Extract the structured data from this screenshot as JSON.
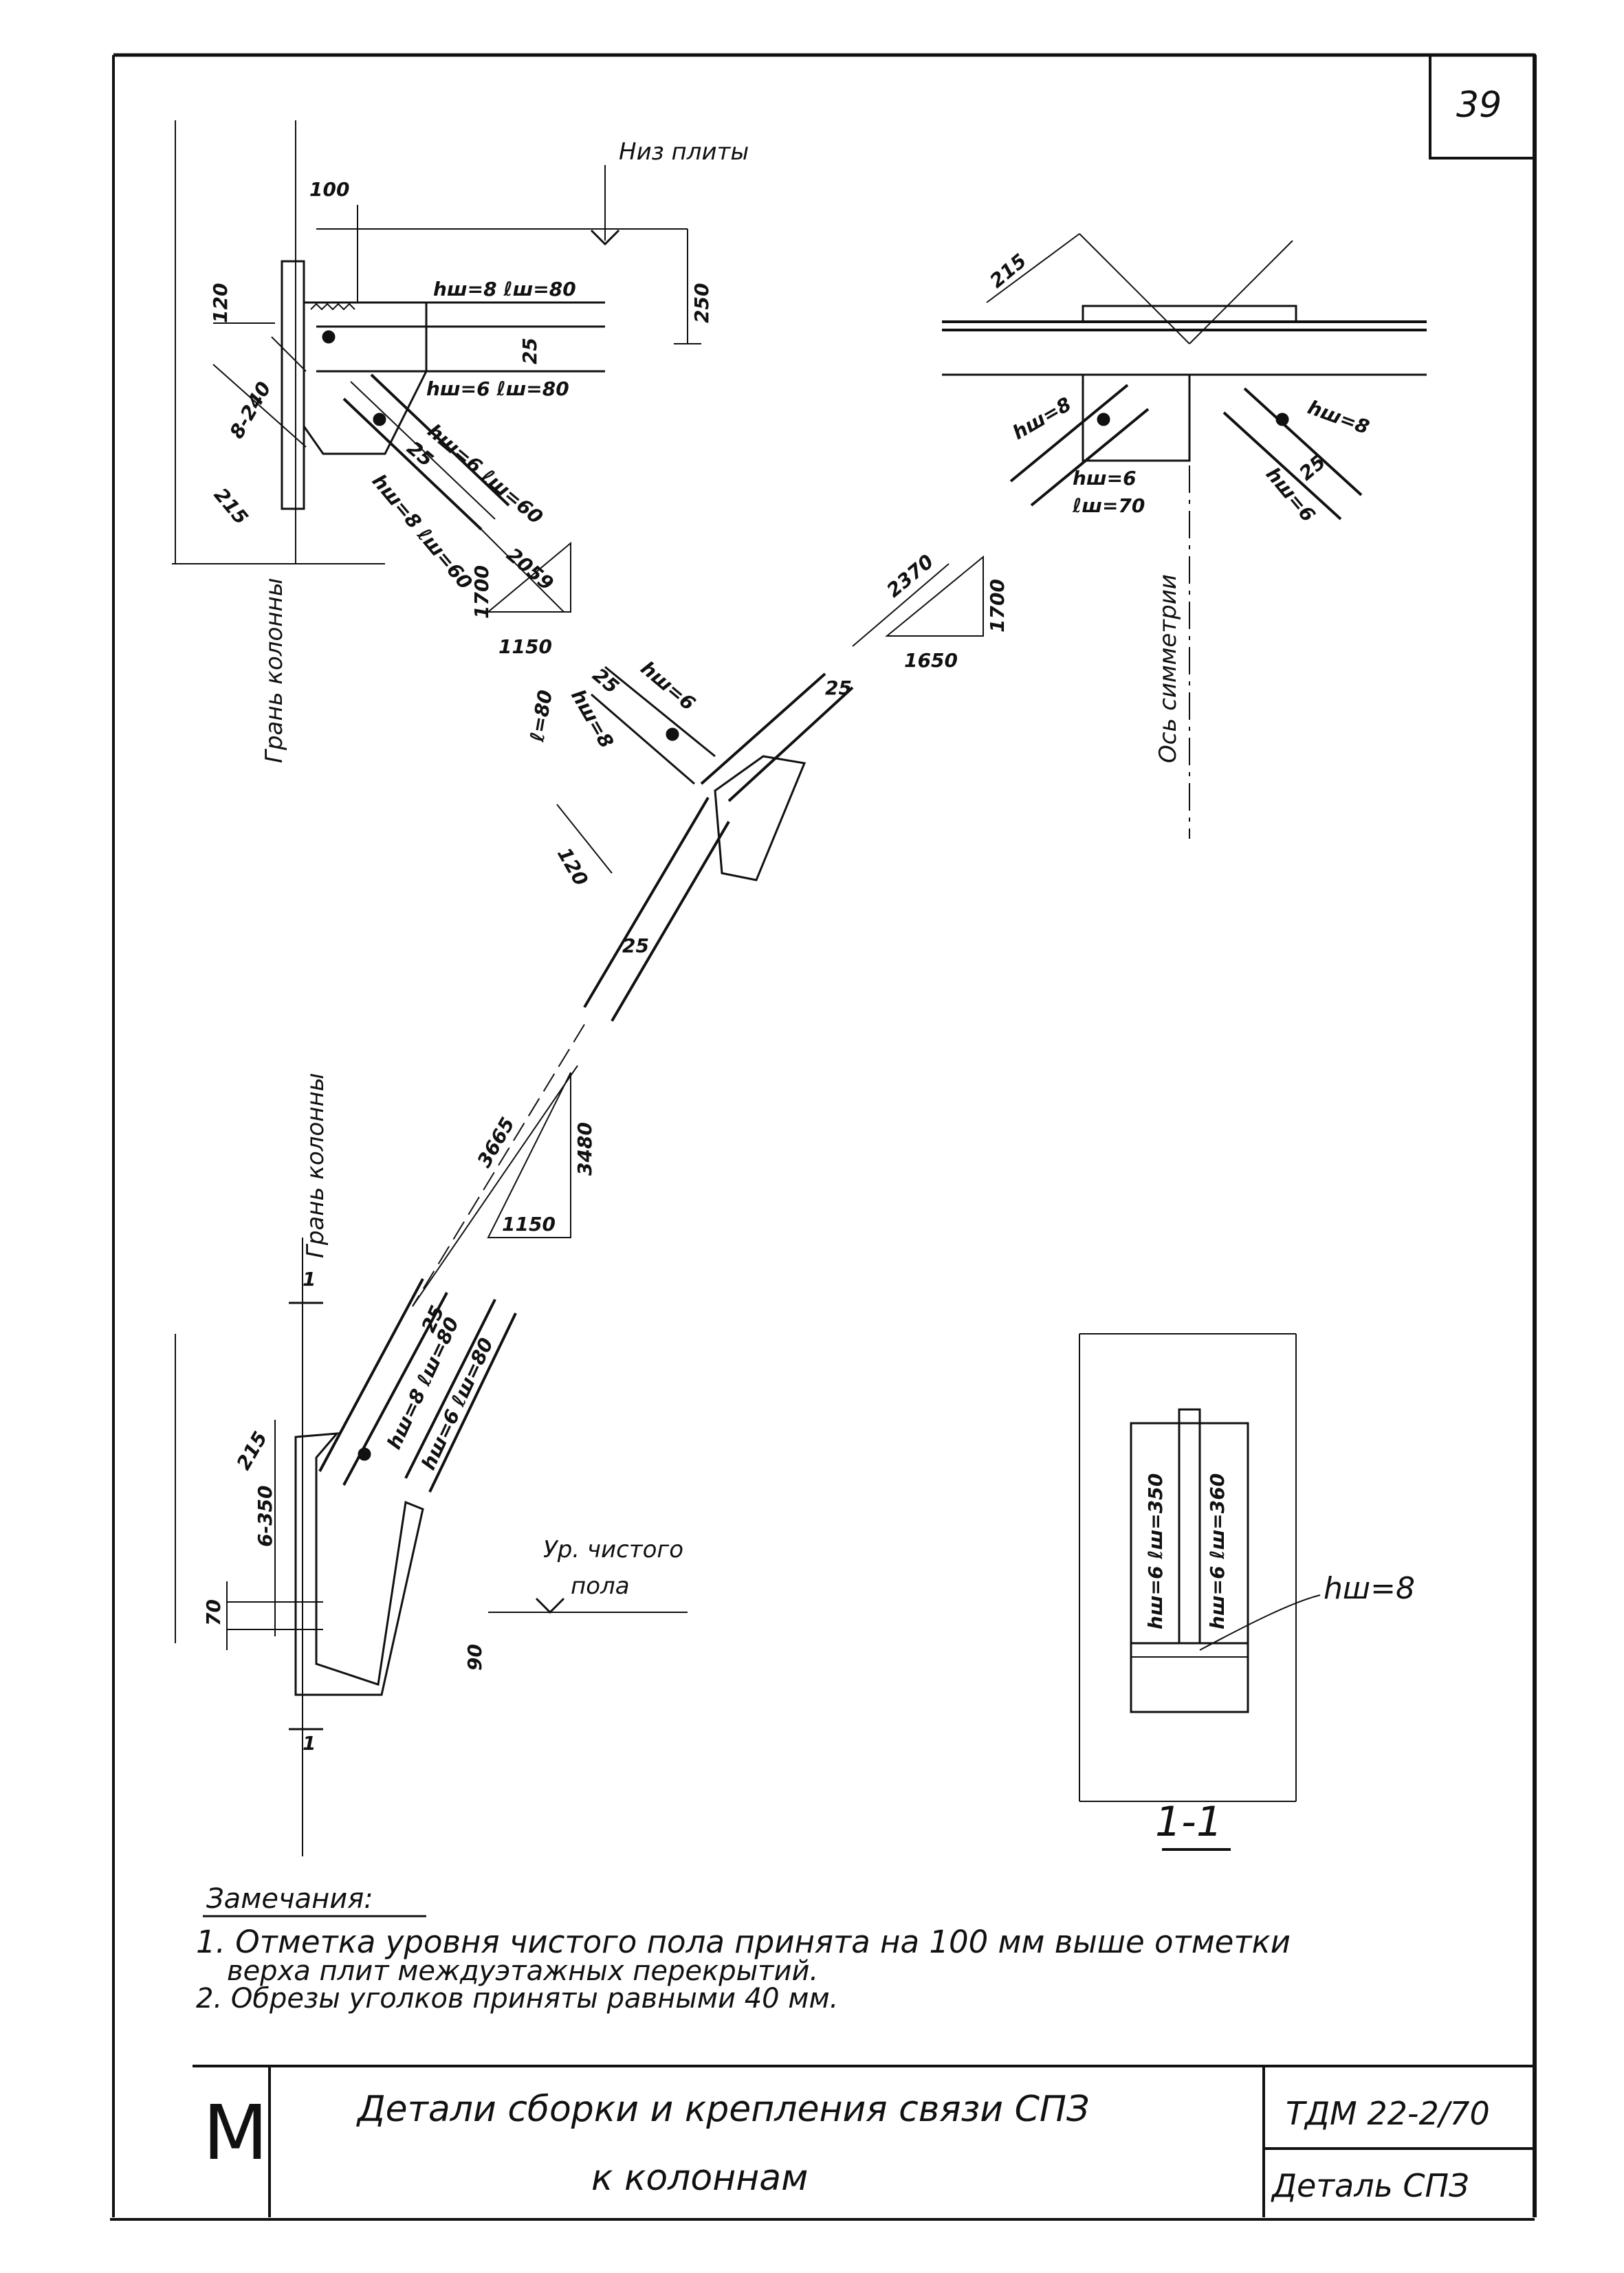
{
  "sheet": {
    "number": "39",
    "stamp_letter": "М",
    "title_line1": "Детали сборки и крепления связи СПЗ",
    "title_line2": "к колоннам",
    "code": "ТДМ 22-2/70",
    "detail": "Деталь СПЗ"
  },
  "labels": {
    "slab_bottom": "Низ плиты",
    "column_face_top": "Грань колонны",
    "column_face_bottom": "Грань колонны",
    "symmetry_axis": "Ось симметрии",
    "floor_level_1": "Ур. чистого",
    "floor_level_2": "пола",
    "section": "1-1",
    "section_mark_top": "1",
    "section_mark_bottom": "1"
  },
  "notes": {
    "header": "Замечания:",
    "items": [
      "1. Отметка уровня чистого пола принята на 100 мм выше отметки",
      "верха плит междуэтажных перекрытий.",
      "2. Обрезы уголков приняты равными 40 мм."
    ]
  },
  "dims": {
    "d100": "100",
    "d250": "250",
    "d120": "120",
    "d8_240": "8-240",
    "d215a": "215",
    "weld_top1": "hш=8  ℓш=80",
    "weld_top2": "hш=6  ℓш=80",
    "weld_top3": "hш=6  ℓш=60",
    "weld_top4": "hш=8  ℓш=60",
    "d25a": "25",
    "d25b": "25",
    "tri1_hyp": "2059",
    "tri1_v": "1700",
    "tri1_h": "1150",
    "d215b": "215",
    "weld_r1": "hш=8",
    "weld_r2": "hш=6",
    "weld_r3": "ℓш=70",
    "weld_r4": "hш=8",
    "weld_r5": "hш=6",
    "d25c": "25",
    "tri2_hyp": "2370",
    "tri2_v": "1700",
    "tri2_h": "1650",
    "mid_w1": "hш=6",
    "mid_w2": "hш=8",
    "mid_w3": "ℓ=80",
    "d25d": "25",
    "d25e": "25",
    "d120b": "120",
    "d25f": "25",
    "tri3_hyp": "3665",
    "tri3_v": "3480",
    "tri3_h": "1150",
    "bot_w1": "hш=8  ℓш=80",
    "bot_w2": "hш=6  ℓш=80",
    "d25g": "25",
    "d215c": "215",
    "d6_350": "6-350",
    "d70": "70",
    "d90": "90",
    "sec_w1": "hш=6  ℓш=350",
    "sec_w2": "hш=6  ℓш=360",
    "sec_w3": "hш=8"
  }
}
